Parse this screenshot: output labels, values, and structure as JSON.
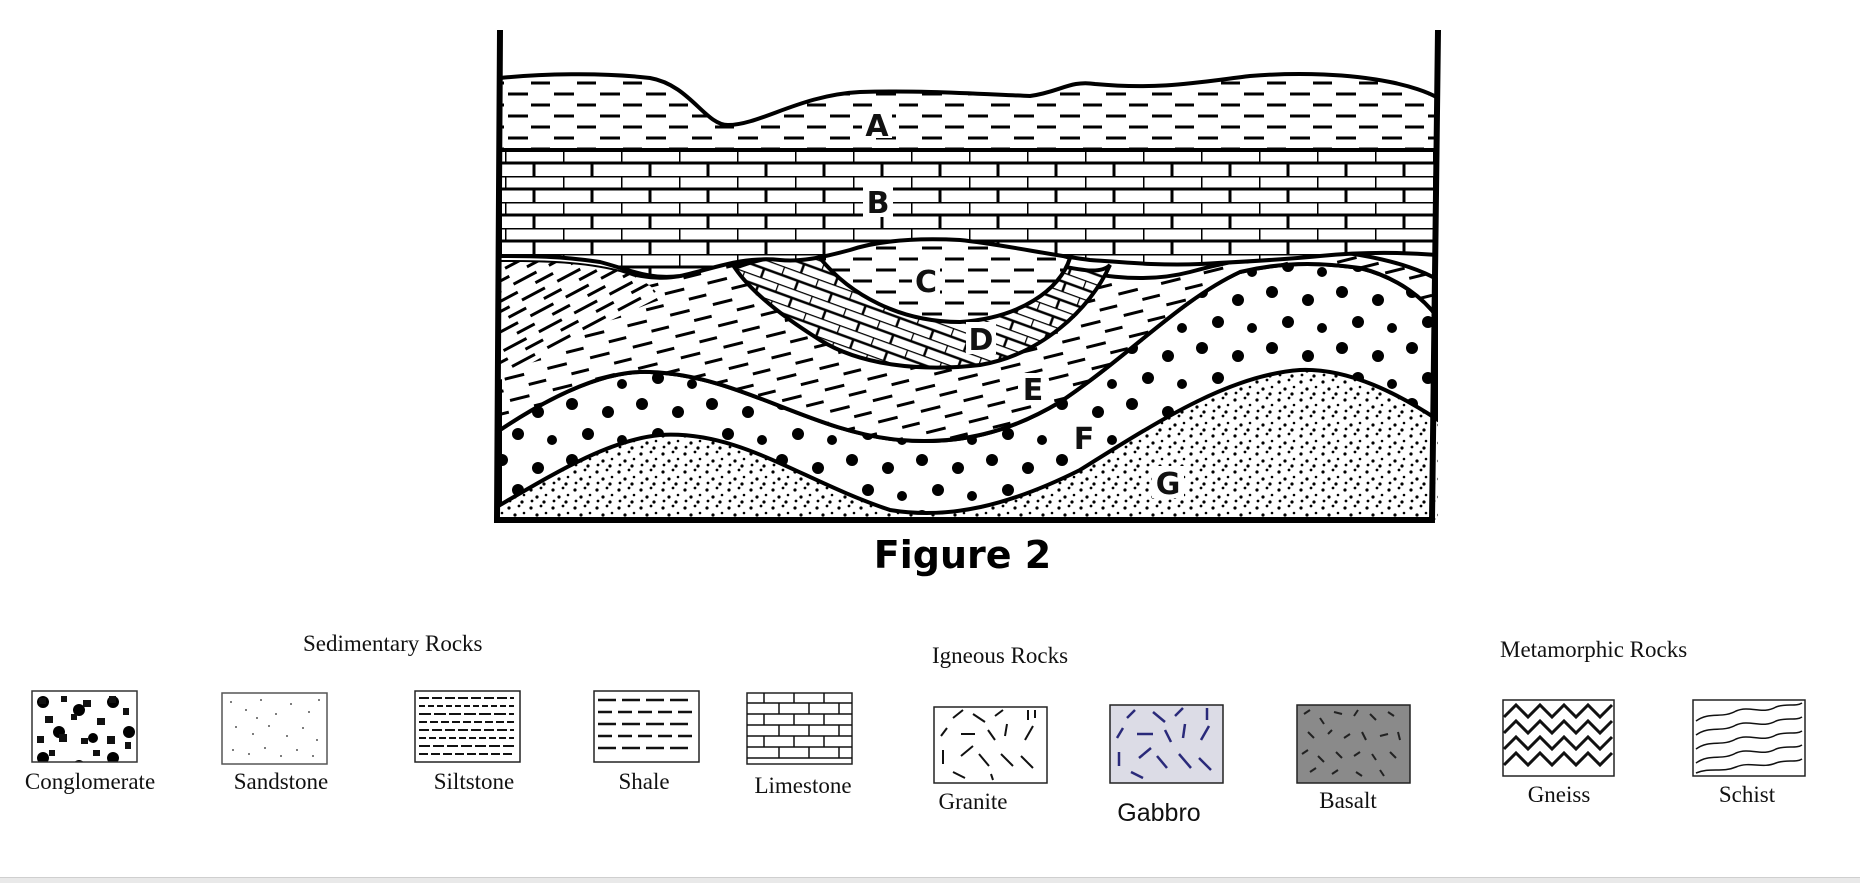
{
  "diagram": {
    "layers": [
      {
        "id": "A",
        "label": "A",
        "pattern": "shale"
      },
      {
        "id": "B",
        "label": "B",
        "pattern": "limestone"
      },
      {
        "id": "C",
        "label": "C",
        "pattern": "shale"
      },
      {
        "id": "D",
        "label": "D",
        "pattern": "limestone"
      },
      {
        "id": "E",
        "label": "E",
        "pattern": "shale"
      },
      {
        "id": "F",
        "label": "F",
        "pattern": "conglomerate"
      },
      {
        "id": "G",
        "label": "G",
        "pattern": "sandstone"
      }
    ],
    "caption": "Figure 2"
  },
  "legend": {
    "groups": [
      {
        "title": "Sedimentary Rocks"
      },
      {
        "title": "Igneous Rocks"
      },
      {
        "title": "Metamorphic Rocks"
      }
    ],
    "rocks": [
      {
        "name": "Conglomerate",
        "pattern": "conglomerate"
      },
      {
        "name": "Sandstone",
        "pattern": "sandstone"
      },
      {
        "name": "Siltstone",
        "pattern": "siltstone"
      },
      {
        "name": "Shale",
        "pattern": "shale"
      },
      {
        "name": "Limestone",
        "pattern": "limestone"
      },
      {
        "name": "Granite",
        "pattern": "granite"
      },
      {
        "name": "Gabbro",
        "pattern": "gabbro",
        "fill": "#dcdce6"
      },
      {
        "name": "Basalt",
        "pattern": "basalt",
        "fill": "#8a8a8a"
      },
      {
        "name": "Gneiss",
        "pattern": "gneiss"
      },
      {
        "name": "Schist",
        "pattern": "schist"
      }
    ]
  }
}
